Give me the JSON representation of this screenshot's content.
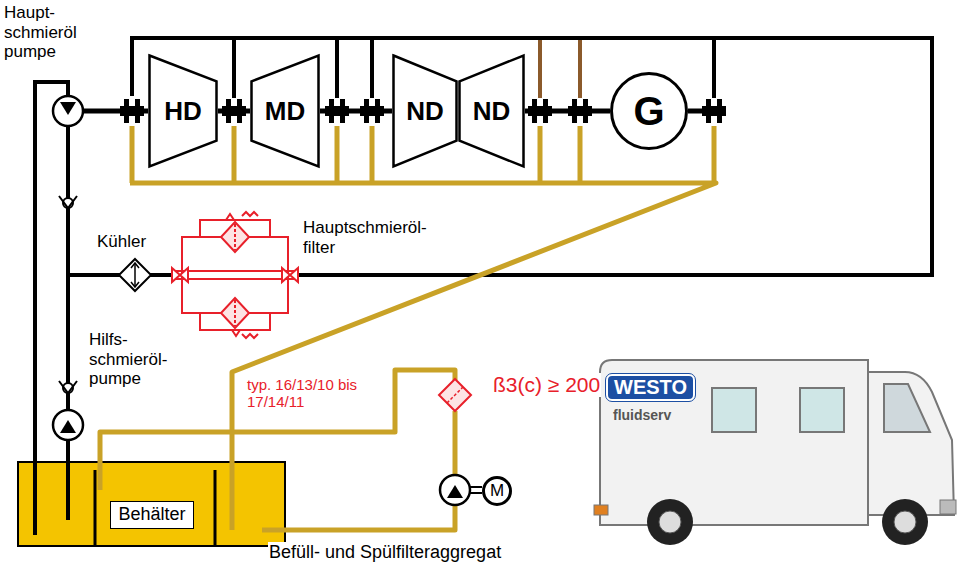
{
  "diagram": {
    "nodes": [
      {
        "text": [
          "HD"
        ]
      },
      {
        "text": [
          "MD"
        ]
      },
      {
        "text": [
          "ND"
        ]
      },
      {
        "text": [
          "ND"
        ]
      },
      {
        "text": [
          "G"
        ]
      },
      {
        "text": [
          "Behälter"
        ]
      },
      {
        "text": [
          "M"
        ]
      }
    ],
    "edges": [
      {
        "from": 0,
        "to": 1,
        "arrow": "none"
      },
      {
        "from": 1,
        "to": 2,
        "arrow": "none"
      },
      {
        "from": 3,
        "to": 4,
        "arrow": "none"
      }
    ],
    "labels": [
      "Haupt- schmieröl pumpe",
      "Kühler",
      "Hauptschmieröl- filter",
      "Hilfs- schmieröl- pumpe",
      "typ. 16/13/10 bis 17/14/11",
      "ß3(c) ≥ 200",
      "WESTO",
      "fluidserv",
      "Befüll- und Spülfilteraggregat"
    ]
  }
}
